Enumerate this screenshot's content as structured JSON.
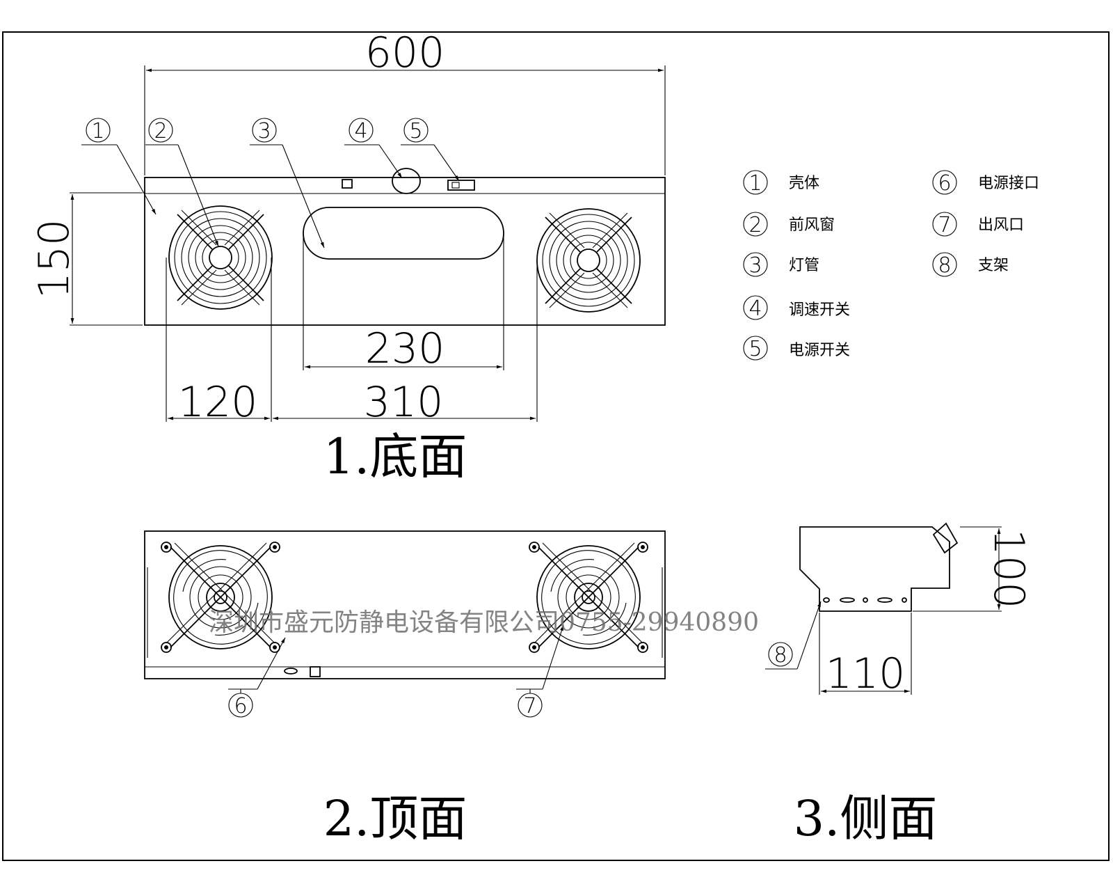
{
  "dimensions": {
    "overall_length": "600",
    "height": "150",
    "lamp_length": "230",
    "fan_width": "120",
    "fan_spacing": "310",
    "side_height": "100",
    "side_width": "110"
  },
  "callouts": [
    "1",
    "2",
    "3",
    "4",
    "5",
    "6",
    "7",
    "8"
  ],
  "legend": [
    {
      "num": "1",
      "label": "壳体"
    },
    {
      "num": "2",
      "label": "前风窗"
    },
    {
      "num": "3",
      "label": "灯管"
    },
    {
      "num": "4",
      "label": "调速开关"
    },
    {
      "num": "5",
      "label": "电源开关"
    },
    {
      "num": "6",
      "label": "电源接口"
    },
    {
      "num": "7",
      "label": "出风口"
    },
    {
      "num": "8",
      "label": "支架"
    }
  ],
  "view_titles": {
    "bottom": "1.底面",
    "top": "2.顶面",
    "side": "3.侧面"
  },
  "watermark": "深圳市盛元防静电设备有限公司0755-29940890"
}
